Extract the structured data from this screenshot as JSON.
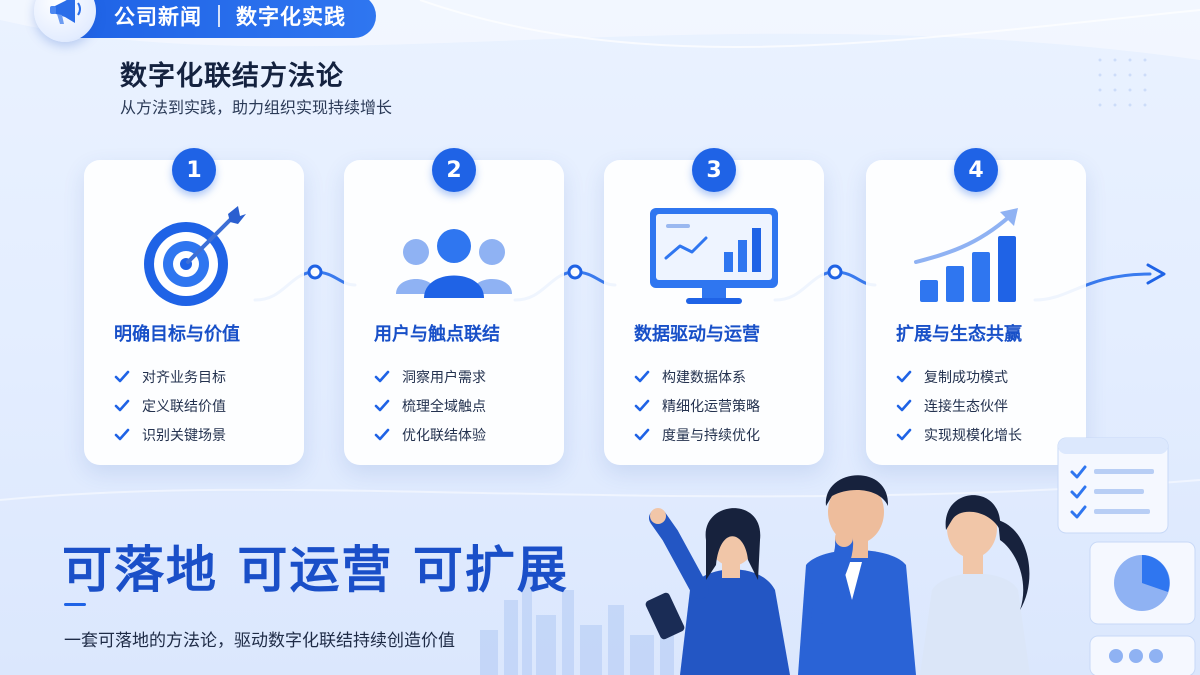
{
  "header": {
    "badge_left": "公司新闻",
    "badge_right": "数字化实践",
    "badge_icon": "megaphone-icon"
  },
  "title": "数字化联结方法论",
  "subtitle": "从方法到实践，助力组织实现持续增长",
  "cards": [
    {
      "number": "1",
      "icon": "target-icon",
      "title": "明确目标与价值",
      "items": [
        "对齐业务目标",
        "定义联结价值",
        "识别关键场景"
      ]
    },
    {
      "number": "2",
      "icon": "users-icon",
      "title": "用户与触点联结",
      "items": [
        "洞察用户需求",
        "梳理全域触点",
        "优化联结体验"
      ]
    },
    {
      "number": "3",
      "icon": "monitor-chart-icon",
      "title": "数据驱动与运营",
      "items": [
        "构建数据体系",
        "精细化运营策略",
        "度量与持续优化"
      ]
    },
    {
      "number": "4",
      "icon": "growth-chart-icon",
      "title": "扩展与生态共赢",
      "items": [
        "复制成功模式",
        "连接生态伙伴",
        "实现规模化增长"
      ]
    }
  ],
  "slogan": "可落地  可运营  可扩展",
  "tagline": "一套可落地的方法论，驱动数字化联结持续创造价值",
  "colors": {
    "primary": "#1f63e6",
    "title_blue": "#1850c8",
    "slogan_blue": "#1a4fc8"
  }
}
